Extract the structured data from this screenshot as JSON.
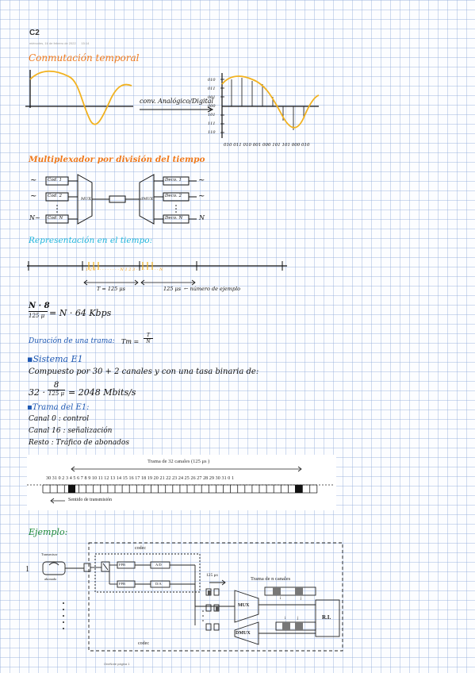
{
  "page": {
    "title": "C2",
    "meta_date": "miércoles, 16 de febrero de 2022",
    "meta_time": "15:14",
    "footer": "OneNote página 1"
  },
  "colors": {
    "orange": "#f07a1c",
    "cyan": "#21b6dc",
    "blue": "#1f59b3",
    "green": "#1e8a3a",
    "wave": "#f2b21f"
  },
  "sections": {
    "conmutacion": {
      "heading": "Conmutación temporal",
      "arrow_label": "conv. Analógico/Digital",
      "left_codes": [
        "010",
        "011",
        "001",
        "000",
        "101",
        "111",
        "110"
      ],
      "bottom_codes": "010 011 010 001 000 101 101 000 010"
    },
    "multiplexador": {
      "heading": "Multiplexador por división del tiempo",
      "inputs": [
        "Cod. 1",
        "Cod. 2",
        "Cod. N"
      ],
      "outputs": [
        "Deco. 1",
        "Deco. 2",
        "Deco. N"
      ],
      "mux": "MUX",
      "demux": "dMUX",
      "tilde": "~",
      "n": "N"
    },
    "representacion": {
      "heading": "Representación en el tiempo:",
      "samples": "1 2 3 - - - - - - · · · N  1 2 3 - - - - - - · · · N",
      "t_label": "T = 125 μs",
      "t2_label": "125 μs",
      "arrow_note": "← número de ejemplo"
    },
    "formula": {
      "numerator": "N · 8",
      "denominator": "125 μ",
      "result": "= N · 64 Kbps"
    },
    "duracion": {
      "label": "Duración de una trama:",
      "formula_left": "Tm =",
      "formula_num": "T",
      "formula_den": "N"
    },
    "sistema": {
      "heading": "Sistema E1",
      "line1": "Compuesto por 30 + 2 canales y con una tasa binaria de:",
      "formula_left": "32 ·",
      "formula_num": "8",
      "formula_den": "125 μ",
      "formula_right": "= 2048 Mbits/s"
    },
    "trama": {
      "heading": "Trama del E1:",
      "lines": [
        "Canal 0 : control",
        "Canal 16 : señalización",
        "Resto : Tráfico de abonados"
      ]
    },
    "frame_diagram": {
      "caption": "Trama de 32 canales (125 μs )",
      "numbers": "30 31 0    2  3  4  5  6  7  8  9  10 11 12 13 14 15 16 17 18 19 20 21 22 23 24 25 26 27 28 29 30 31 0  1",
      "direction": "Sentido de transmisión"
    },
    "ejemplo": {
      "heading": "Ejemplo:",
      "line_number": "1",
      "phone_label_top": "Transmisor",
      "phone_label_bottom": "abonado",
      "codec_label": "codec",
      "codec_label2": "codec",
      "filter1": "FPB",
      "filter2": "FPB",
      "ad": "A/D",
      "da": "D/A",
      "timing": "125 μs",
      "frame_label": "Trama de n canales",
      "mux": "MUX",
      "dmux": "DMUX",
      "ri": "R.I.",
      "i": "i",
      "j": "j"
    }
  }
}
